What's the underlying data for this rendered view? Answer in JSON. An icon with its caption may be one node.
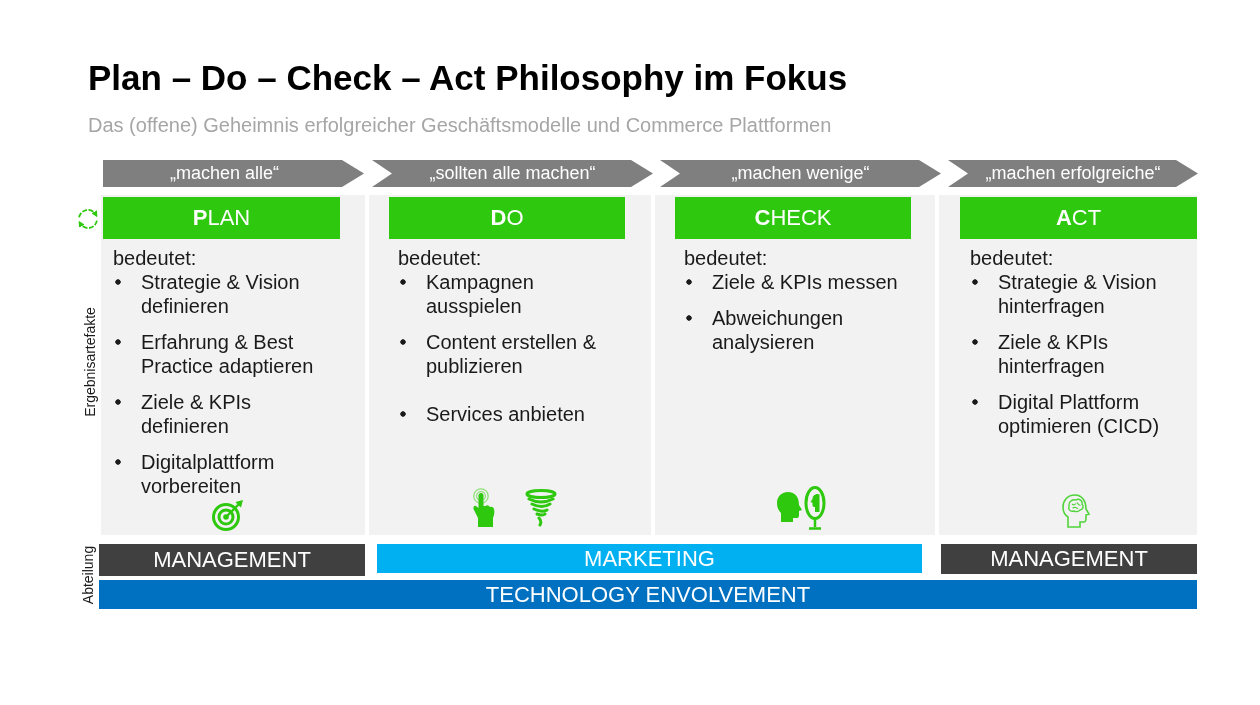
{
  "diagram": {
    "title": "Plan – Do – Check – Act Philosophy im Fokus",
    "nodes": [
      {
        "text": [
          "„machen alle“"
        ]
      },
      {
        "text": [
          "„sollten alle machen“"
        ]
      },
      {
        "text": [
          "„machen wenige“"
        ]
      },
      {
        "text": [
          "„machen erfolgreiche“"
        ]
      },
      {
        "text": [
          "bedeutet:",
          "Strategie & Vision definieren",
          "Erfahrung & Best Practice adaptieren",
          "Ziele & KPIs definieren",
          "Digitalplattform vorbereiten"
        ]
      },
      {
        "text": [
          "**P**LAN"
        ],
        "in": 4
      },
      {
        "text": [
          "bedeutet:",
          "Kampagnen ausspielen",
          "Content erstellen & publizieren",
          "Services anbieten"
        ]
      },
      {
        "text": [
          "**D**O"
        ],
        "in": 6
      },
      {
        "text": [
          "bedeutet:",
          "Ziele & KPIs messen",
          "Abweichungen analysieren"
        ]
      },
      {
        "text": [
          "**C**HECK"
        ],
        "in": 8
      },
      {
        "text": [
          "bedeutet:",
          "Strategie & Vision hinterfragen",
          "Ziele & KPIs hinterfragen",
          "Digital Plattform optimieren (CICD)"
        ]
      },
      {
        "text": [
          "**A**CT"
        ],
        "in": 10
      },
      {
        "text": [
          "MANAGEMENT"
        ]
      },
      {
        "text": [
          "MARKETING"
        ]
      },
      {
        "text": [
          "MANAGEMENT"
        ]
      },
      {
        "text": [
          "TECHNOLOGY ENVOLVEMENT"
        ]
      }
    ],
    "labels": [
      "Das (offene) Geheimnis erfolgreicher Geschäftsmodelle und Commerce Plattformen",
      "Ergebnisartefakte",
      "Abteilung"
    ]
  }
}
